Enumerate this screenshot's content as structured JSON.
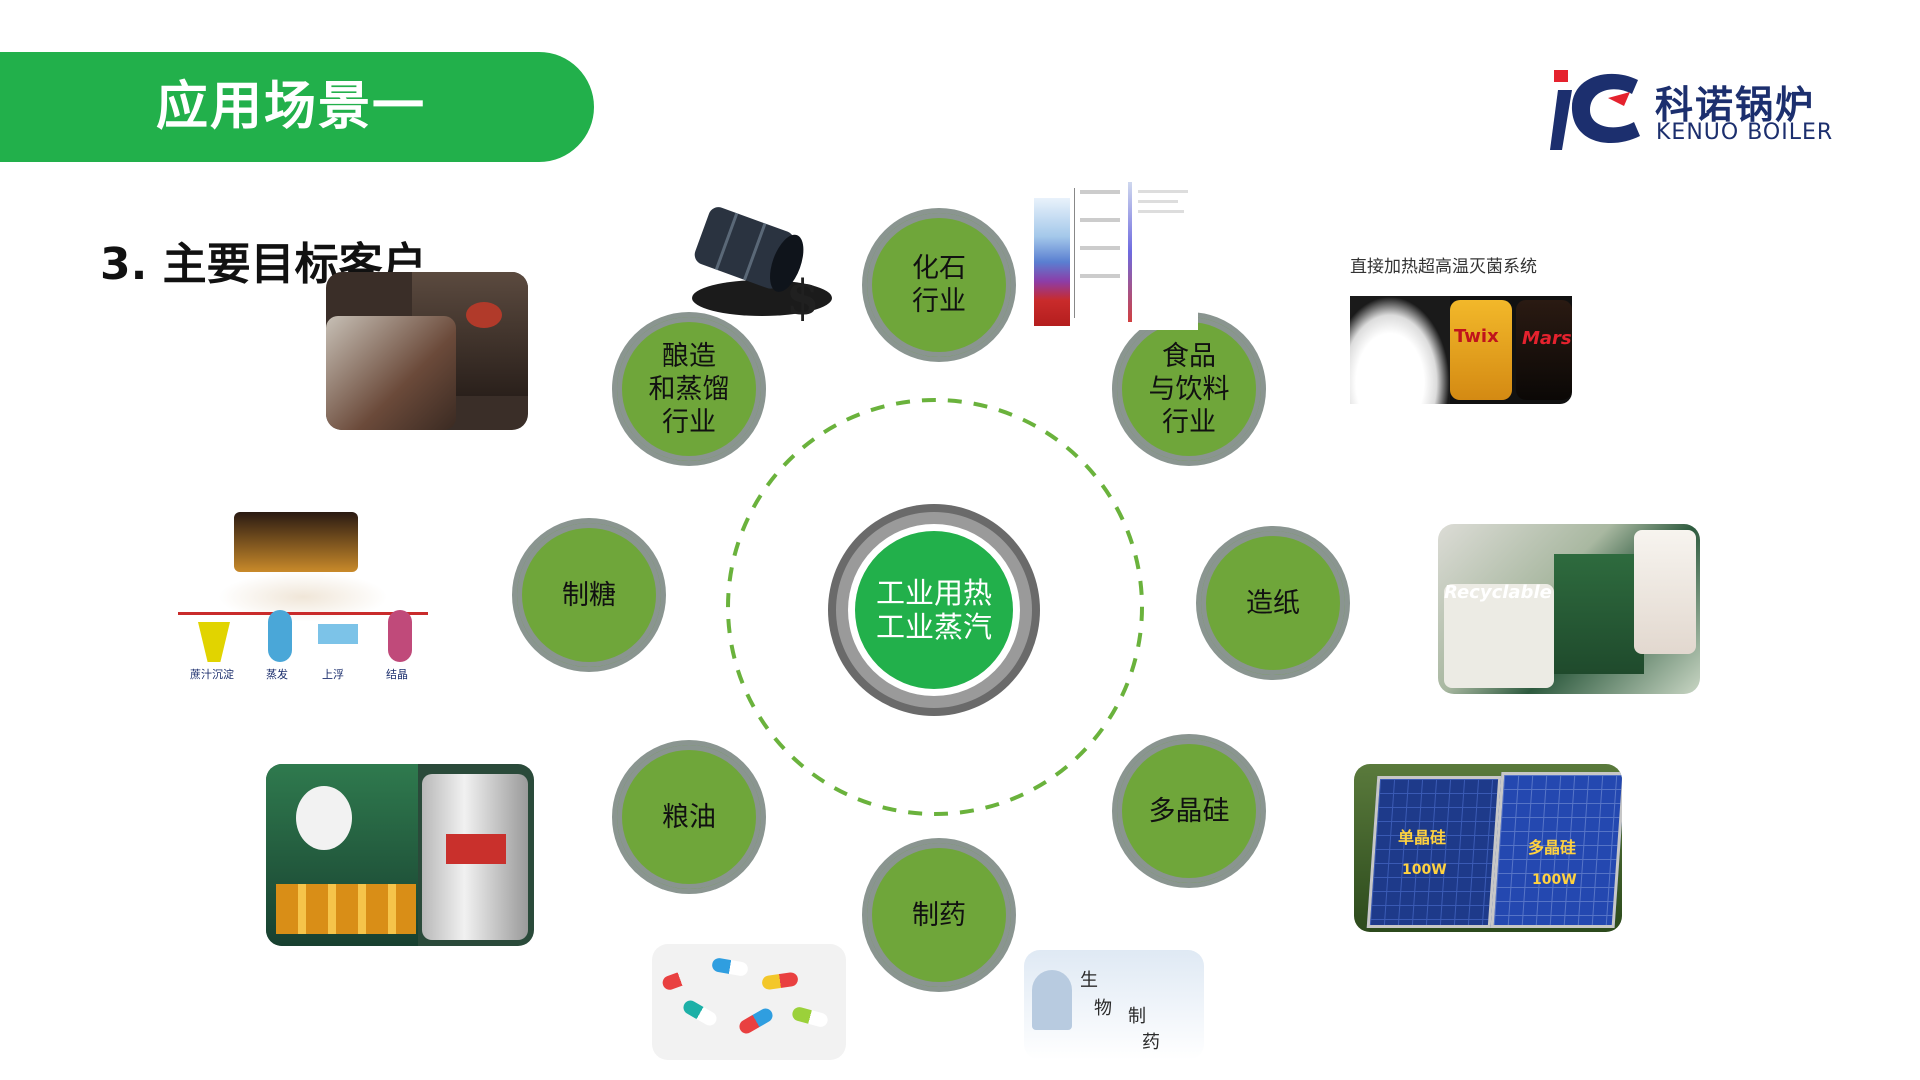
{
  "header": {
    "title": "应用场景一"
  },
  "section": {
    "heading": "3. 主要目标客户"
  },
  "logo": {
    "name_cn": "科诺锅炉",
    "name_en": "KENUO BOILER",
    "mark": "iC"
  },
  "center": {
    "label": "工业用热\n工业蒸汽"
  },
  "industries": [
    {
      "label": "化石\n行业"
    },
    {
      "label": "食品\n与饮料\n行业"
    },
    {
      "label": "造纸"
    },
    {
      "label": "多晶硅"
    },
    {
      "label": "制药"
    },
    {
      "label": "粮油"
    },
    {
      "label": "制糖"
    },
    {
      "label": "酿造\n和蒸馏\n行业"
    }
  ],
  "images": {
    "food_caption": "直接加热超高温灭菌系统",
    "twix": "Twix",
    "mars": "Mars",
    "recyclable": "Recyclable",
    "solar_left": "单晶硅",
    "solar_left_w": "100W",
    "solar_right": "多晶硅",
    "solar_right_w": "100W",
    "sugar_steps": [
      "蔗汁沉淀",
      "蒸发",
      "上浮",
      "结晶"
    ],
    "bio_text": [
      "生",
      "物",
      "制",
      "药"
    ]
  },
  "colors": {
    "banner": "#22b04b",
    "node": "#6fa63a",
    "node_border": "#8a9590",
    "dashed": "#6ab23c",
    "logo": "#1c2f6e",
    "logo_accent": "#e5222e"
  }
}
